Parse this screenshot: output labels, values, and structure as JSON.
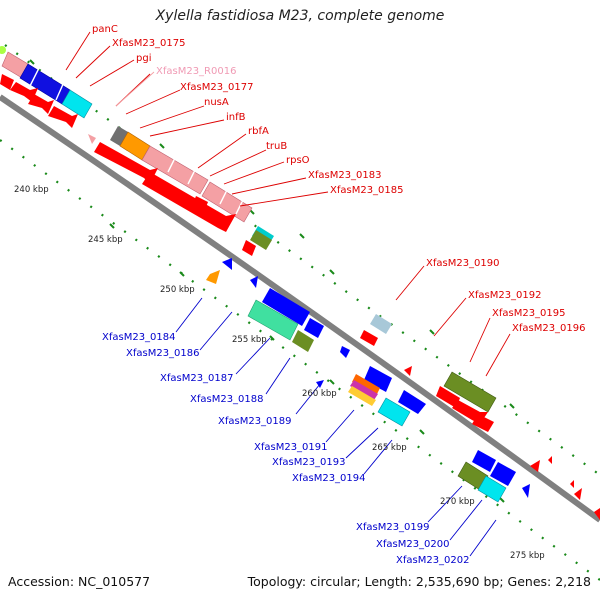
{
  "title": "Xylella fastidiosa M23, complete genome",
  "footer": {
    "accession": "Accession: NC_010577",
    "topology": "Topology: circular; Length: 2,535,690 bp; Genes: 2,218"
  },
  "ticks": [
    "240 kbp",
    "245 kbp",
    "250 kbp",
    "255 kbp",
    "260 kbp",
    "265 kbp",
    "270 kbp",
    "275 kbp"
  ],
  "forward_labels": [
    "panC",
    "XfasM23_0175",
    "pgi",
    "XfasM23_R0016",
    "XfasM23_0177",
    "nusA",
    "infB",
    "rbfA",
    "truB",
    "rpsO",
    "XfasM23_0183",
    "XfasM23_0185",
    "XfasM23_0190",
    "XfasM23_0192",
    "XfasM23_0195",
    "XfasM23_0196"
  ],
  "reverse_labels": [
    "XfasM23_0184",
    "XfasM23_0186",
    "XfasM23_0187",
    "XfasM23_0188",
    "XfasM23_0189",
    "XfasM23_0191",
    "XfasM23_0193",
    "XfasM23_0194",
    "XfasM23_0199",
    "XfasM23_0200",
    "XfasM23_0202"
  ],
  "colors": {
    "backbone": "#808080",
    "forward_label": "#dd0000",
    "reverse_label": "#0000cc",
    "rna_label": "#f09ab4",
    "cds": "#ff0000",
    "reverse_cds": "#0000ff",
    "cog_pink": "#f4a0a4",
    "cog_blue": "#1010e0",
    "cog_cyan": "#00e5ee",
    "cog_orange": "#ff9900",
    "cog_olive": "#6b8e23",
    "cog_teal": "#40e0a0",
    "gc_dots": "#1a8a1a"
  }
}
